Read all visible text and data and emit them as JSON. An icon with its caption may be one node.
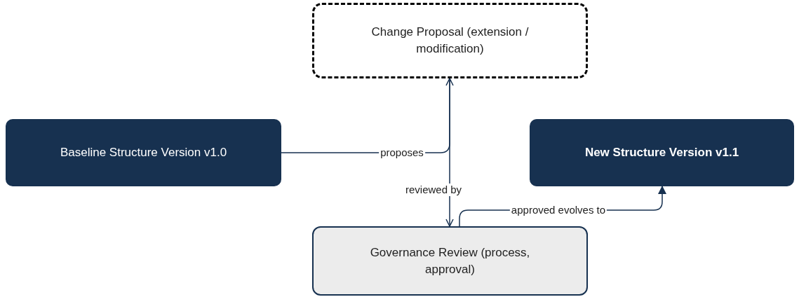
{
  "diagram": {
    "nodes": [
      {
        "text": [
          "Change Proposal (extension / modification)"
        ]
      },
      {
        "text": [
          "Baseline Structure Version v1.0"
        ]
      },
      {
        "text": [
          "New Structure Version v1.1"
        ]
      },
      {
        "text": [
          "Governance Review (process, approval)"
        ]
      }
    ],
    "edges": [
      {
        "from": 1,
        "to": 0,
        "arrow": "to",
        "label": "proposes"
      },
      {
        "from": 0,
        "to": 3,
        "arrow": "to",
        "label": "reviewed by"
      },
      {
        "from": 3,
        "to": 2,
        "arrow": "to",
        "label": "approved evolves to"
      }
    ]
  }
}
